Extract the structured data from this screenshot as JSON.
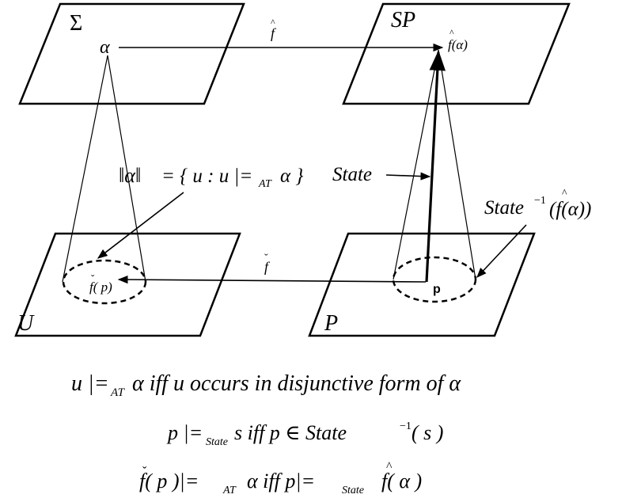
{
  "planes": {
    "sigma": "Σ",
    "sp": "SP",
    "u": "U",
    "p": "P"
  },
  "labels": {
    "alpha": "α",
    "f_hat_top": "f",
    "f_hat_alpha": "f(α)",
    "f_check_bottom": "f",
    "f_check_p": "f( p)",
    "point_p": "p",
    "state": "State",
    "state_inverse": "State",
    "state_inverse_sup": "−1",
    "state_inverse_arg": "(f(α))",
    "extension_lhs": "‖α‖",
    "extension_rhs": "= { u : u |=",
    "extension_sub": "AT",
    "extension_end": "α }"
  },
  "formulas": {
    "line1": {
      "pre": "u |=",
      "sub": "AT",
      "post": "α  iff  u occurs in disjunctive form of α"
    },
    "line2": {
      "pre": "p |=",
      "sub": "State",
      "mid": "s  iff  p ∈ State",
      "sup": "−1",
      "post": "( s )"
    },
    "line3": {
      "pre": "f( p )|=",
      "sub1": "AT",
      "mid": "α  iff  p|=",
      "sub2": "State",
      "post": "f( α )"
    }
  },
  "accents": {
    "hat": "^",
    "check": "ˇ"
  }
}
